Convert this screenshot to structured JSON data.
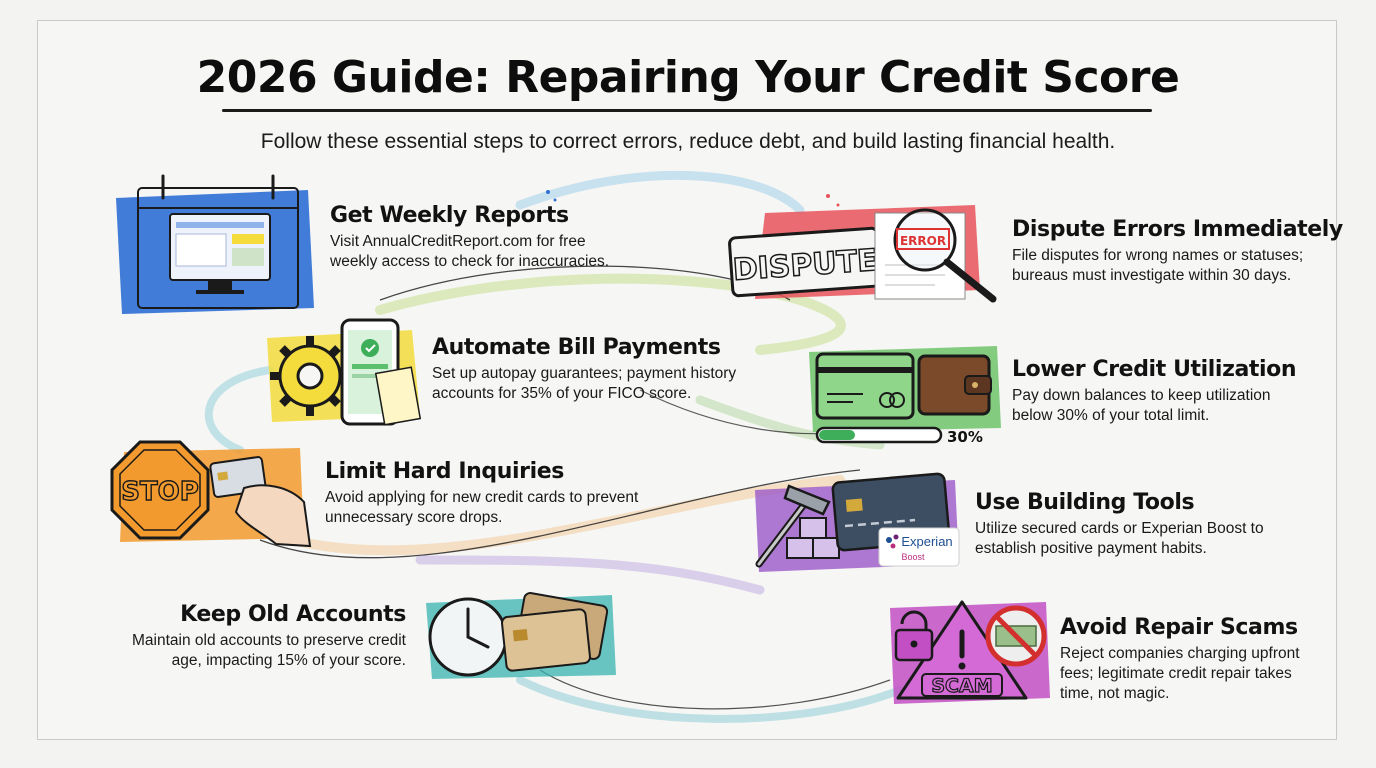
{
  "title": "2026 Guide: Repairing Your Credit Score",
  "subtitle": "Follow these essential steps to correct errors, reduce debt, and build lasting financial health.",
  "steps": [
    {
      "title": "Get Weekly Reports",
      "desc": "Visit AnnualCreditReport.com for free weekly access to check for inaccuracies.",
      "icon": "calendar-monitor-icon"
    },
    {
      "title": "Dispute Errors Immediately",
      "desc": "File disputes for wrong names or statuses; bureaus must investigate within 30 days.",
      "icon": "dispute-stamp-icon"
    },
    {
      "title": "Automate Bill Payments",
      "desc": "Set up autopay guarantees; payment history accounts for 35% of your FICO score.",
      "icon": "gear-phone-icon"
    },
    {
      "title": "Lower Credit Utilization",
      "desc": "Pay down balances to keep utilization below 30% of your total limit.",
      "icon": "card-wallet-icon"
    },
    {
      "title": "Limit Hard Inquiries",
      "desc": "Avoid applying for new credit cards to prevent unnecessary score drops.",
      "icon": "stop-sign-icon"
    },
    {
      "title": "Use Building Tools",
      "desc": "Utilize secured cards or Experian Boost to establish positive payment habits.",
      "icon": "hammer-card-icon"
    },
    {
      "title": "Keep Old Accounts",
      "desc": "Maintain old accounts to preserve credit age, impacting 15% of your score.",
      "icon": "clock-cards-icon"
    },
    {
      "title": "Avoid Repair Scams",
      "desc": "Reject companies charging upfront fees; legitimate credit repair takes time, not magic.",
      "icon": "scam-warning-icon"
    }
  ],
  "illustration_text": {
    "dispute_stamp": "DISPUTE",
    "error_stamp": "ERROR",
    "stop_sign": "STOP",
    "utilization": "30%",
    "experian": "Experian",
    "boost": "Boost",
    "scam": "SCAM"
  },
  "colors": {
    "blue": "#2f6fd6",
    "red": "#e8535a",
    "yellow": "#f3dc3c",
    "green": "#6fc36a",
    "orange": "#f29a2e",
    "purple": "#9b59c8",
    "teal": "#38b3b0",
    "magenta": "#c24fc4"
  }
}
